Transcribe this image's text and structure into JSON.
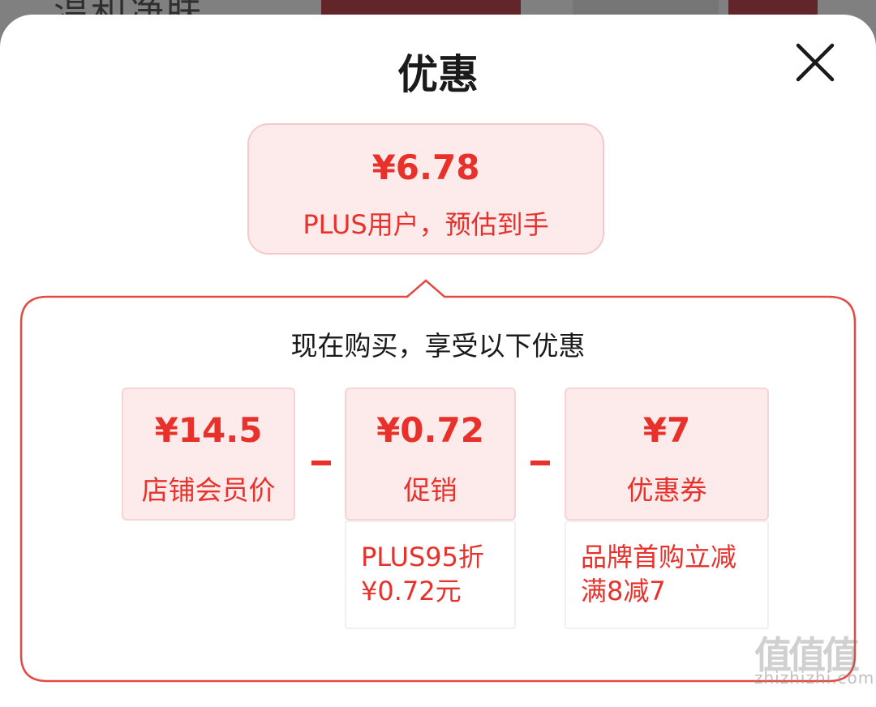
{
  "background": {
    "partial_text": "温和净肤"
  },
  "sheet": {
    "title": "优惠",
    "close_icon": "close-icon"
  },
  "estimate": {
    "price": "¥6.78",
    "caption": "PLUS用户，预估到手"
  },
  "breakdown": {
    "heading": "现在购买，享受以下优惠",
    "cards": [
      {
        "amount": "¥14.5",
        "label": "店铺会员价"
      },
      {
        "amount": "¥0.72",
        "label": "促销",
        "detail": [
          "PLUS95折",
          "¥0.72元"
        ]
      },
      {
        "amount": "¥7",
        "label": "优惠券",
        "detail": [
          "品牌首购立减",
          "满8减7"
        ]
      }
    ],
    "operators": [
      "-",
      "-"
    ]
  },
  "watermark": {
    "icon": "值值值",
    "text": "zhizhizhi.com"
  },
  "colors": {
    "accent": "#e8312b",
    "card_bg": "#fdeaea",
    "panel_border": "#e44a43"
  }
}
